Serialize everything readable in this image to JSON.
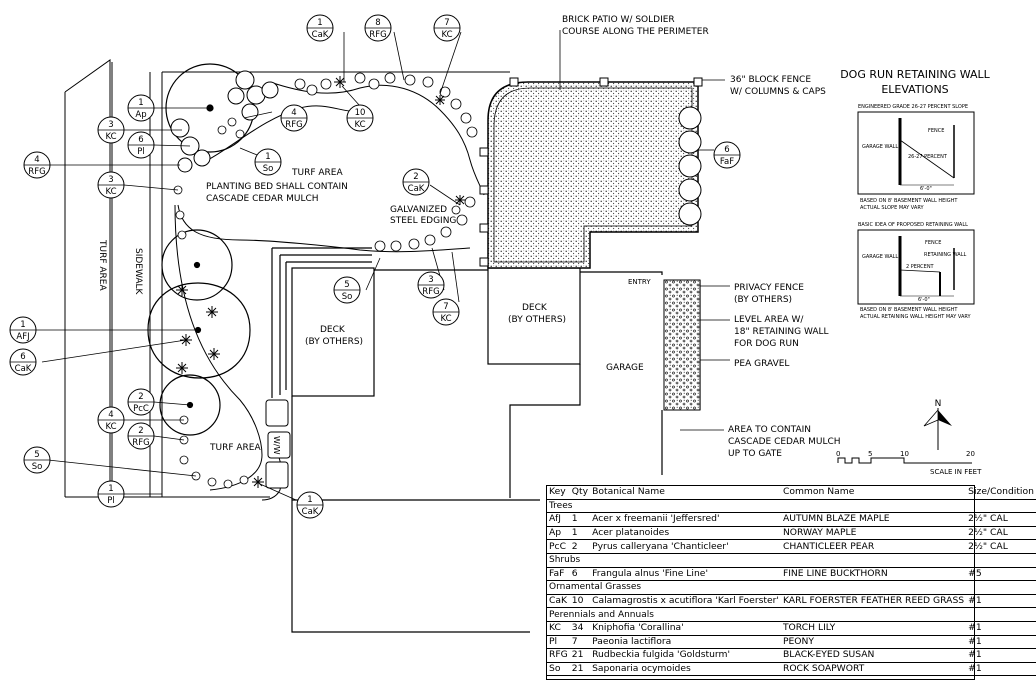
{
  "labels": {
    "turf_area": "TURF AREA",
    "turf_area_vertical": "TURF AREA",
    "sidewalk": "SIDEWALK",
    "planting_bed_1": "PLANTING BED SHALL CONTAIN",
    "planting_bed_2": "CASCADE CEDAR MULCH",
    "galv_1": "GALVANIZED",
    "galv_2": "STEEL EDGING",
    "deck_left_1": "DECK",
    "deck_left_2": "(BY OTHERS)",
    "deck_right_1": "DECK",
    "deck_right_2": "(BY OTHERS)",
    "garage": "GARAGE",
    "entry": "ENTRY",
    "ww": "W/W",
    "brick_1": "BRICK PATIO W/ SOLDIER",
    "brick_2": "COURSE ALONG THE PERIMETER",
    "fence_1": "36\" BLOCK FENCE",
    "fence_2": "W/ COLUMNS & CAPS",
    "privacy_1": "PRIVACY FENCE",
    "privacy_2": "(BY OTHERS)",
    "level_1": "LEVEL AREA W/",
    "level_2": "18\" RETAINING WALL",
    "level_3": "FOR DOG RUN",
    "pea_gravel": "PEA GRAVEL",
    "area_1": "AREA TO CONTAIN",
    "area_2": "CASCADE CEDAR MULCH",
    "area_3": "UP TO GATE"
  },
  "callouts": [
    {
      "qty": "1",
      "code": "CaK"
    },
    {
      "qty": "8",
      "code": "RFG"
    },
    {
      "qty": "7",
      "code": "KC"
    },
    {
      "qty": "1",
      "code": "Ap"
    },
    {
      "qty": "3",
      "code": "KC"
    },
    {
      "qty": "4",
      "code": "RFG"
    },
    {
      "qty": "10",
      "code": "KC"
    },
    {
      "qty": "6",
      "code": "Pl"
    },
    {
      "qty": "1",
      "code": "So"
    },
    {
      "qty": "4",
      "code": "RFG"
    },
    {
      "qty": "3",
      "code": "KC"
    },
    {
      "qty": "2",
      "code": "CaK"
    },
    {
      "qty": "6",
      "code": "FaF"
    },
    {
      "qty": "5",
      "code": "So"
    },
    {
      "qty": "3",
      "code": "RFG"
    },
    {
      "qty": "7",
      "code": "KC"
    },
    {
      "qty": "1",
      "code": "AFJ"
    },
    {
      "qty": "6",
      "code": "CaK"
    },
    {
      "qty": "2",
      "code": "PcC"
    },
    {
      "qty": "4",
      "code": "KC"
    },
    {
      "qty": "2",
      "code": "RFG"
    },
    {
      "qty": "5",
      "code": "So"
    },
    {
      "qty": "1",
      "code": "Pl"
    },
    {
      "qty": "1",
      "code": "CaK"
    }
  ],
  "elevations": {
    "title_1": "DOG RUN RETAINING WALL",
    "title_2": "ELEVATIONS",
    "top_heading": "ENGINEERED GRADE 26-27 PERCENT SLOPE",
    "top_garage": "GARAGE WALL",
    "top_fence": "FENCE",
    "top_percent": "26-27 PERCENT",
    "top_dim": "6'-0\"",
    "top_note_1": "BASED ON 8' BASEMENT WALL HEIGHT",
    "top_note_2": "ACTUAL SLOPE MAY VARY",
    "bot_heading": "BASIC IDEA OF PROPOSED RETAINING WALL",
    "bot_garage": "GARAGE WALL",
    "bot_fence": "FENCE",
    "bot_wall": "RETAINING WALL",
    "bot_percent": "2 PERCENT",
    "bot_dim": "6'-0\"",
    "bot_note_1": "BASED ON 8' BASEMENT WALL HEIGHT",
    "bot_note_2": "ACTUAL RETAINING WALL HEIGHT MAY VARY"
  },
  "north": {
    "letter": "N"
  },
  "scale": {
    "t0": "0",
    "t5": "5",
    "t10": "10",
    "t20": "20",
    "label": "SCALE IN FEET"
  },
  "legend": {
    "headers": [
      "Key",
      "Qty",
      "Botanical Name",
      "Common Name",
      "Size/Condition"
    ],
    "sections": {
      "trees": "Trees",
      "shrubs": "Shrubs",
      "grasses": "Ornamental Grasses",
      "perennials": "Perennials and Annuals"
    },
    "rows": [
      [
        "AfJ",
        "1",
        "Acer x freemanii 'Jeffersred'",
        "AUTUMN BLAZE MAPLE",
        "2½\" CAL"
      ],
      [
        "Ap",
        "1",
        "Acer platanoides",
        "NORWAY MAPLE",
        "2½\" CAL"
      ],
      [
        "PcC",
        "2",
        "Pyrus calleryana 'Chanticleer'",
        "CHANTICLEER PEAR",
        "2½\" CAL"
      ],
      [
        "FaF",
        "6",
        "Frangula alnus 'Fine Line'",
        "FINE LINE BUCKTHORN",
        "#5"
      ],
      [
        "CaK",
        "10",
        "Calamagrostis x acutiflora 'Karl Foerster'",
        "KARL FOERSTER FEATHER REED GRASS",
        "#1"
      ],
      [
        "KC",
        "34",
        "Kniphofia 'Corallina'",
        "TORCH LILY",
        "#1"
      ],
      [
        "Pl",
        "7",
        "Paeonia lactiflora",
        "PEONY",
        "#1"
      ],
      [
        "RFG",
        "21",
        "Rudbeckia fulgida 'Goldsturm'",
        "BLACK-EYED SUSAN",
        "#1"
      ],
      [
        "So",
        "21",
        "Saponaria ocymoides",
        "ROCK SOAPWORT",
        "#1"
      ]
    ]
  }
}
